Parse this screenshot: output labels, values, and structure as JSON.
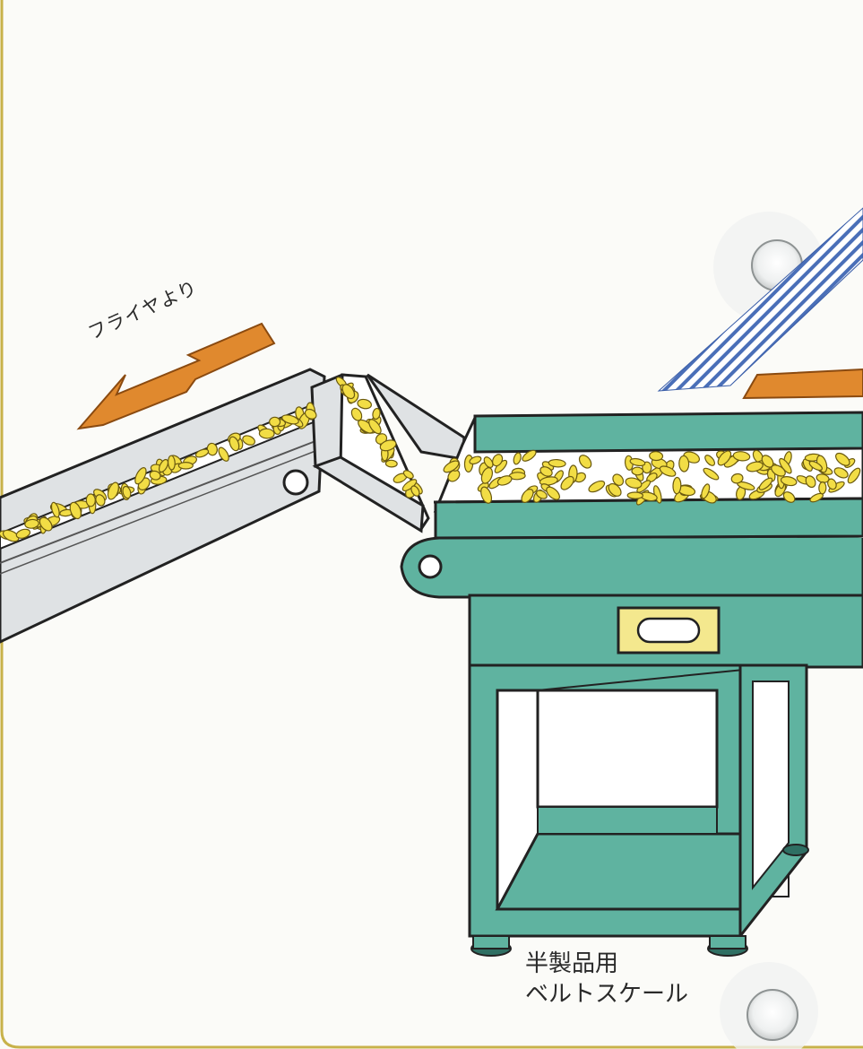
{
  "labels": {
    "from_fryer": "フライヤより",
    "belt_scale_line1": "半製品用",
    "belt_scale_line2": "ベルトスケール"
  },
  "colors": {
    "background": "#fbfbf8",
    "card_border": "#c8b24a",
    "machine_body": "#5fb3a0",
    "machine_dark": "#2f6f63",
    "conveyor_metal": "#d9dcdf",
    "product_chips": "#f2dd45",
    "arrow": "#e0892e",
    "outlet_chute_stripes": "#4a6fb8"
  },
  "icons": [
    "arrow-incoming-icon",
    "arrow-outgoing-icon",
    "binder-hole-icon"
  ]
}
